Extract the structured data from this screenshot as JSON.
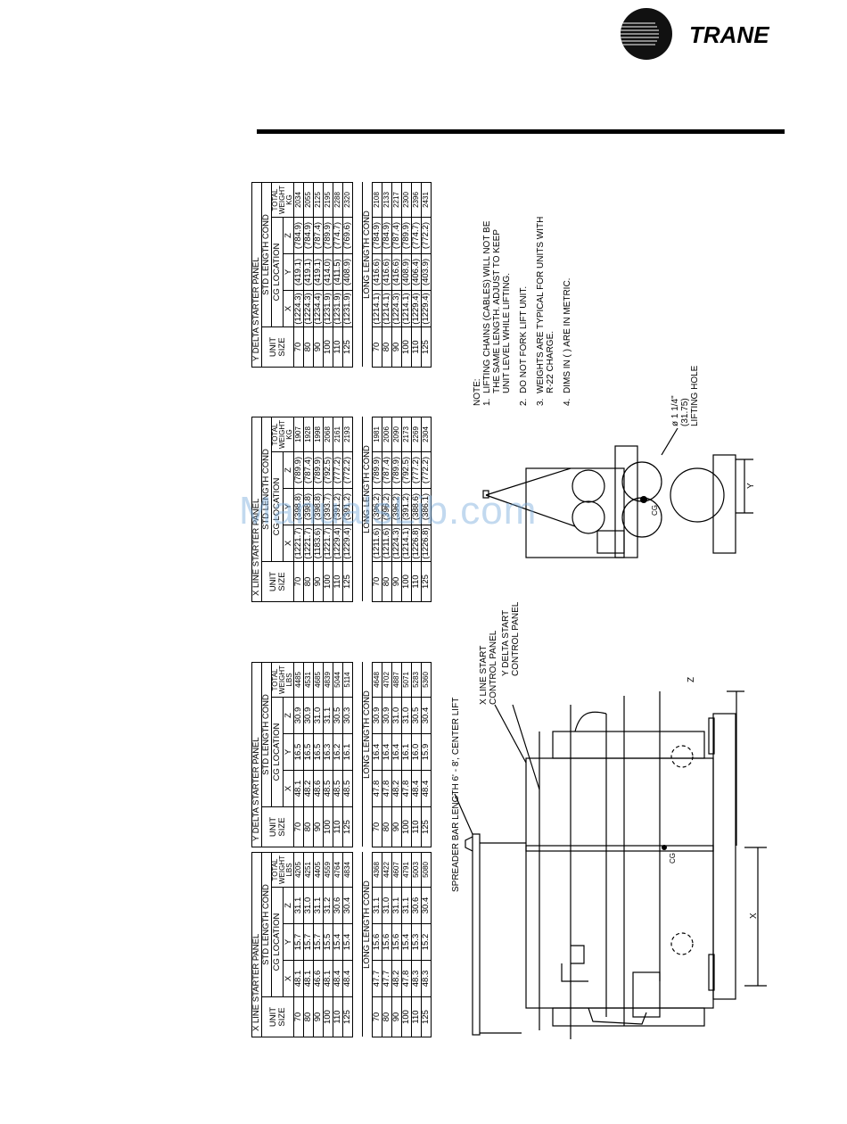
{
  "header": {
    "brand": "TRANE"
  },
  "tables": {
    "x_line_lbs": {
      "title": "X LINE STARTER PANEL",
      "std_label": "STD LENGTH COND",
      "long_label": "LONG LENGTH COND",
      "col_unit": [
        "UNIT",
        "SIZE"
      ],
      "col_cg": "CG LOCATION",
      "col_x": "X",
      "col_y": "Y",
      "col_z": "Z",
      "col_w": [
        "TOTAL",
        "WEIGHT",
        "LBS"
      ],
      "std_rows": [
        [
          "70",
          "48.1",
          "15.7",
          "31.1",
          "4205"
        ],
        [
          "80",
          "48.1",
          "15.7",
          "31.0",
          "4251"
        ],
        [
          "90",
          "46.6",
          "15.7",
          "31.1",
          "4405"
        ],
        [
          "100",
          "48.1",
          "15.5",
          "31.2",
          "4559"
        ],
        [
          "110",
          "48.4",
          "15.4",
          "30.6",
          "4764"
        ],
        [
          "125",
          "48.4",
          "15.4",
          "30.4",
          "4834"
        ]
      ],
      "long_rows": [
        [
          "70",
          "47.7",
          "15.6",
          "31.1",
          "4368"
        ],
        [
          "80",
          "47.7",
          "15.6",
          "31.0",
          "4422"
        ],
        [
          "90",
          "48.2",
          "15.6",
          "31.1",
          "4607"
        ],
        [
          "100",
          "47.8",
          "15.4",
          "31.1",
          "4791"
        ],
        [
          "110",
          "48.3",
          "15.3",
          "30.6",
          "5003"
        ],
        [
          "125",
          "48.3",
          "15.2",
          "30.4",
          "5080"
        ]
      ]
    },
    "y_delta_lbs": {
      "title": "Y DELTA STARTER PANEL",
      "std_label": "STD LENGTH COND",
      "long_label": "LONG LENGTH COND",
      "col_unit": [
        "UNIT",
        "SIZE"
      ],
      "col_cg": "CG LOCATION",
      "col_x": "X",
      "col_y": "Y",
      "col_z": "Z",
      "col_w": [
        "TOTAL",
        "WEIGHT",
        "LBS"
      ],
      "std_rows": [
        [
          "70",
          "48.1",
          "16.5",
          "30.9",
          "4485"
        ],
        [
          "80",
          "48.2",
          "16.5",
          "30.9",
          "4531"
        ],
        [
          "90",
          "48.6",
          "16.5",
          "31.0",
          "4685"
        ],
        [
          "100",
          "48.5",
          "16.3",
          "31.1",
          "4839"
        ],
        [
          "110",
          "48.5",
          "16.2",
          "30.5",
          "5044"
        ],
        [
          "125",
          "48.5",
          "16.1",
          "30.3",
          "5114"
        ]
      ],
      "long_rows": [
        [
          "70",
          "47.8",
          "16.4",
          "30.9",
          "4648"
        ],
        [
          "80",
          "47.8",
          "16.4",
          "30.9",
          "4702"
        ],
        [
          "90",
          "48.2",
          "16.4",
          "31.0",
          "4887"
        ],
        [
          "100",
          "47.8",
          "16.1",
          "31.0",
          "5071"
        ],
        [
          "110",
          "48.4",
          "16.0",
          "30.5",
          "5283"
        ],
        [
          "125",
          "48.4",
          "15.9",
          "30.4",
          "5360"
        ]
      ]
    },
    "x_line_kg": {
      "title": "X LINE STARTER PANEL",
      "std_label": "STD LENGTH COND",
      "long_label": "LONG LENGTH COND",
      "col_unit": [
        "UNIT",
        "SIZE"
      ],
      "col_cg": "CG LOCATION",
      "col_x": "X",
      "col_y": "Y",
      "col_z": "Z",
      "col_w": [
        "TOTAL",
        "WEIGHT",
        "KG"
      ],
      "std_rows": [
        [
          "70",
          "(1221.7)",
          "(398.8)",
          "(789.9)",
          "1907"
        ],
        [
          "80",
          "(1221.7)",
          "(398.8)",
          "(787.4)",
          "1928"
        ],
        [
          "90",
          "(1183.6)",
          "(398.8)",
          "(789.9)",
          "1998"
        ],
        [
          "100",
          "(1221.7)",
          "(393.7)",
          "(792.5)",
          "2068"
        ],
        [
          "110",
          "(1229.4)",
          "(391.2)",
          "(777.2)",
          "2161"
        ],
        [
          "125",
          "(1229.4)",
          "(391.2)",
          "(772.2)",
          "2193"
        ]
      ],
      "long_rows": [
        [
          "70",
          "(1211.6)",
          "(396.2)",
          "(789.9)",
          "1981"
        ],
        [
          "80",
          "(1211.6)",
          "(396.2)",
          "(787.4)",
          "2006"
        ],
        [
          "90",
          "(1224.3)",
          "(396.2)",
          "(789.9)",
          "2090"
        ],
        [
          "100",
          "(1214.1)",
          "(391.2)",
          "(792.5)",
          "2173"
        ],
        [
          "110",
          "(1226.8)",
          "(388.6)",
          "(777.2)",
          "2269"
        ],
        [
          "125",
          "(1226.8)",
          "(386.1)",
          "(772.2)",
          "2304"
        ]
      ]
    },
    "y_delta_kg": {
      "title": "Y DELTA STARTER PANEL",
      "std_label": "STD LENGTH COND",
      "long_label": "LONG LENGTH COND",
      "col_unit": [
        "UNIT",
        "SIZE"
      ],
      "col_cg": "CG LOCATION",
      "col_x": "X",
      "col_y": "Y",
      "col_z": "Z",
      "col_w": [
        "TOTAL",
        "WEIGHT",
        "KG"
      ],
      "std_rows": [
        [
          "70",
          "(1224.3)",
          "(419.1)",
          "(784.9)",
          "2034"
        ],
        [
          "80",
          "(1224.3)",
          "(419.1)",
          "(784.9)",
          "2055"
        ],
        [
          "90",
          "(1234.4)",
          "(419.1)",
          "(787.4)",
          "2125"
        ],
        [
          "100",
          "(1231.9)",
          "(414.0)",
          "(789.9)",
          "2195"
        ],
        [
          "110",
          "(1231.9)",
          "(411.5)",
          "(774.7)",
          "2288"
        ],
        [
          "125",
          "(1231.9)",
          "(408.9)",
          "(769.6)",
          "2320"
        ]
      ],
      "long_rows": [
        [
          "70",
          "(1214.1)",
          "(416.6)",
          "(784.9)",
          "2108"
        ],
        [
          "80",
          "(1214.1)",
          "(416.6)",
          "(784.9)",
          "2133"
        ],
        [
          "90",
          "(1224.3)",
          "(416.6)",
          "(787.4)",
          "2217"
        ],
        [
          "100",
          "(1214.1)",
          "(408.9)",
          "(789.9)",
          "2300"
        ],
        [
          "110",
          "(1229.4)",
          "(406.4)",
          "(774.7)",
          "2396"
        ],
        [
          "125",
          "(1229.4)",
          "(403.9)",
          "(772.2)",
          "2431"
        ]
      ]
    }
  },
  "notes": {
    "heading": "NOTE:",
    "items": [
      [
        "1.",
        "LIFTING CHAINS (CABLES) WILL NOT BE",
        "THE SAME LENGTH. ADJUST TO KEEP",
        "UNIT LEVEL WHILE LIFTING."
      ],
      [
        "2.",
        "DO NOT FORK LIFT UNIT."
      ],
      [
        "3.",
        "WEIGHTS ARE TYPICAL FOR UNITS WITH",
        "R-22 CHARGE."
      ],
      [
        "4.",
        "DIMS IN ( ) ARE IN METRIC."
      ]
    ]
  },
  "drawing": {
    "spreader_bar": "SPREADER BAR LENGTH 6' - 8', CENTER LIFT",
    "x_line_panel": [
      "X LINE START",
      "CONTROL PANEL"
    ],
    "y_delta_panel": [
      "Y DELTA START",
      "CONTROL PANEL"
    ],
    "lifting_hole": [
      "ø 1 1/4\"",
      "(31.75)",
      "LIFTING HOLE"
    ],
    "dim_x": "X",
    "dim_y": "Y",
    "dim_z": "Z",
    "cg": "CG"
  },
  "watermark": "ManualsLib.com"
}
